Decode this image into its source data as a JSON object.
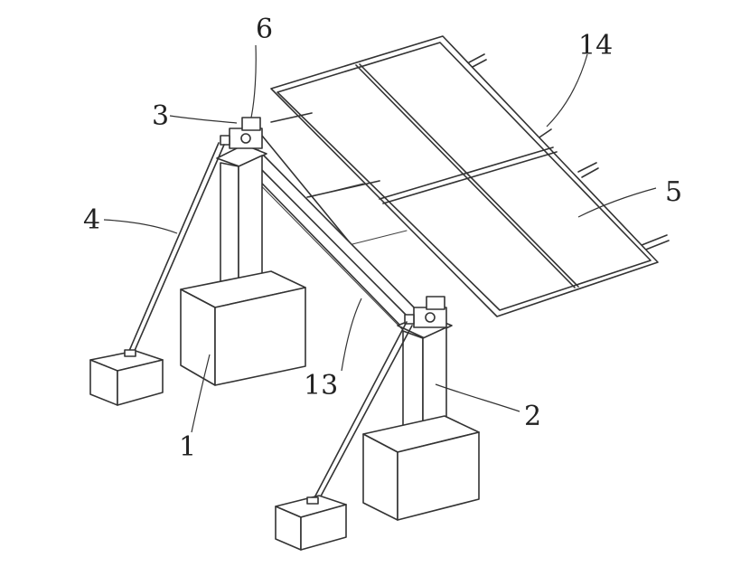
{
  "figure": {
    "labels": {
      "l1": "1",
      "l2": "2",
      "l3": "3",
      "l4": "4",
      "l5": "5",
      "l6": "6",
      "l13": "13",
      "l14": "14"
    }
  }
}
